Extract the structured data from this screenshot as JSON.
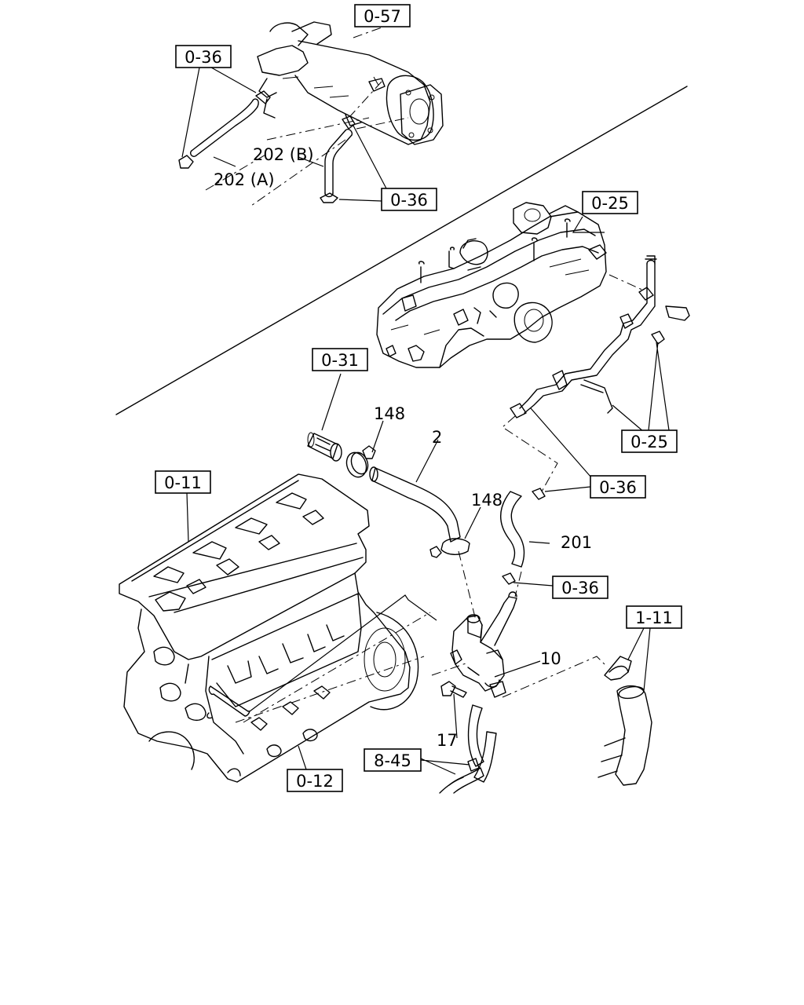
{
  "callouts": {
    "egr_cooler_ref": "0-57",
    "clamp_ref_top_left": "0-36",
    "clamp_ref_top": "0-36",
    "hose_202a": "202 (A)",
    "hose_202b": "202 (B)",
    "manifold_ref_top": "0-25",
    "manifold_ref_bolts": "0-25",
    "pipe_ref": "0-31",
    "clamp_148_top": "148",
    "hose_2": "2",
    "cylinder_block_ref": "0-11",
    "clamp_ref_mid": "0-36",
    "clamp_148_mid": "148",
    "hose_201": "201",
    "clamp_ref_lower": "0-36",
    "thermostat_ref": "1-11",
    "housing_10": "10",
    "bolt_17": "17",
    "heater_hose_ref": "8-45",
    "crankcase_ref": "0-12"
  }
}
